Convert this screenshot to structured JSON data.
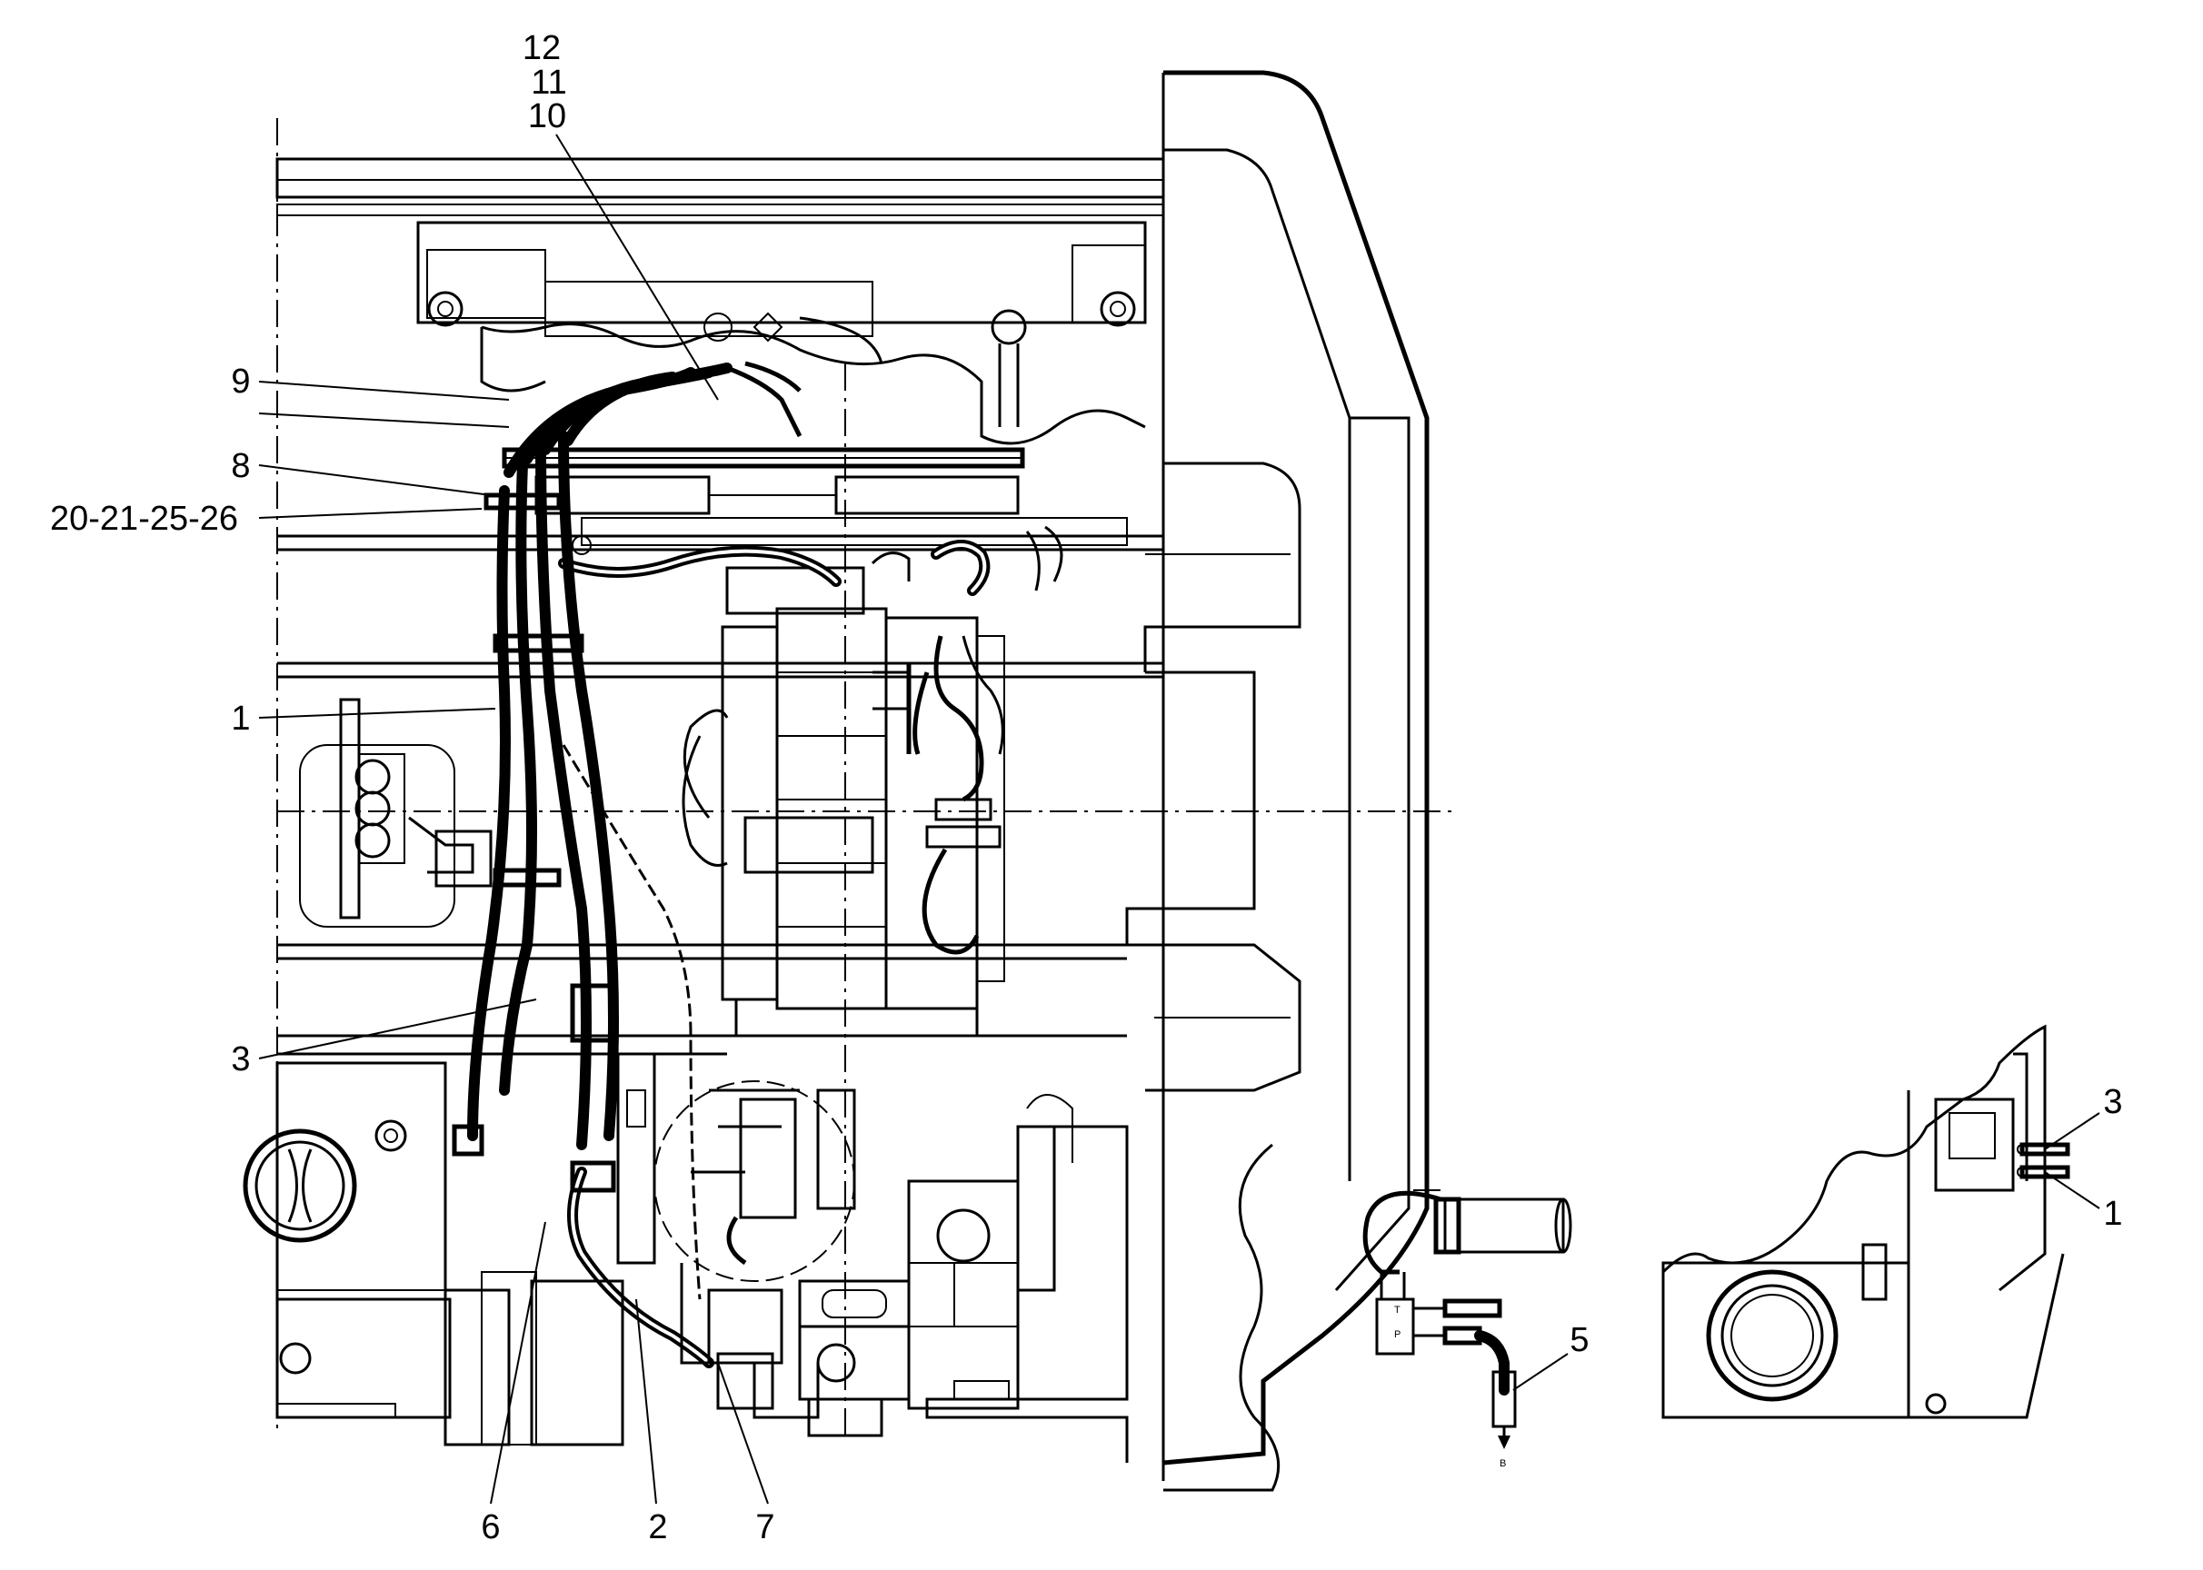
{
  "callouts": {
    "c12": "12",
    "c11": "11",
    "c10": "10",
    "c9": "9",
    "c8": "8",
    "c20": "20-21-25-26",
    "c1_main": "1",
    "c3_main": "3",
    "c6": "6",
    "c2": "2",
    "c7": "7",
    "c5": "5",
    "c3_detail": "3",
    "c1_detail": "1"
  },
  "port_marks": {
    "t": "T",
    "p": "P",
    "b": "B"
  }
}
